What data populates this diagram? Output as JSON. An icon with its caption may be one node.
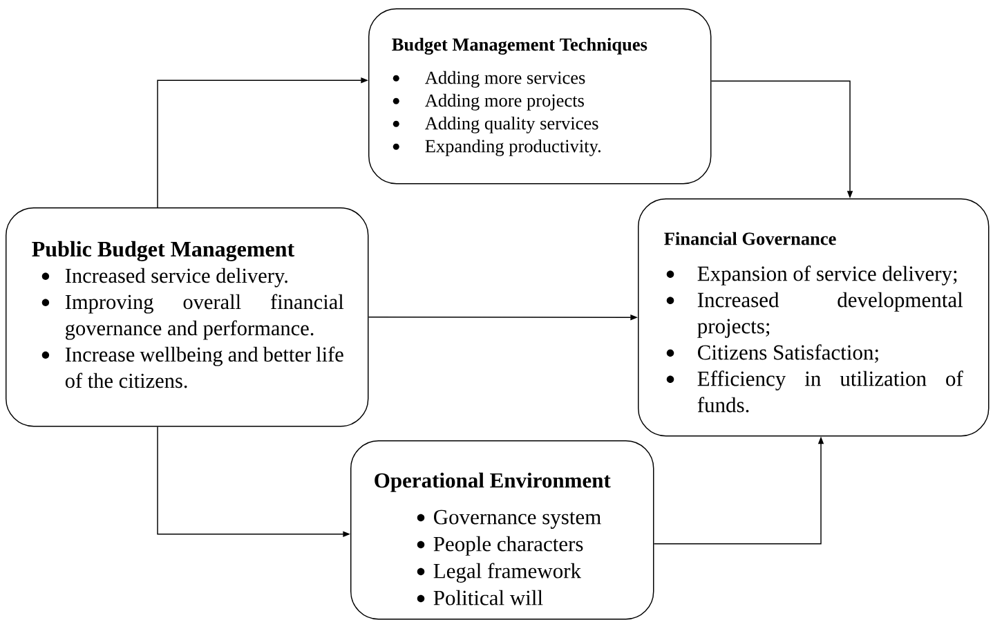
{
  "diagram": {
    "nodes": [
      {
        "text": [
          "Public Budget Management",
          "Increased service delivery.",
          "Improving overall financial governance and performance.",
          "Increase wellbeing and better life of the citizens."
        ]
      },
      {
        "text": [
          "Budget Management Techniques",
          "Adding more services",
          "Adding more projects",
          "Adding quality services",
          "Expanding productivity."
        ]
      },
      {
        "text": [
          "Operational Environment",
          "Governance system",
          "People characters",
          "Legal framework",
          "Political will"
        ]
      },
      {
        "text": [
          "Financial Governance",
          "Expansion of service delivery;",
          "Increased developmental projects;",
          "Citizens Satisfaction;",
          "Efficiency in utilization of funds."
        ]
      }
    ],
    "edges": [
      {
        "from": 0,
        "to": 1,
        "arrow": "to"
      },
      {
        "from": 1,
        "to": 3,
        "arrow": "to"
      },
      {
        "from": 0,
        "to": 3,
        "arrow": "to"
      },
      {
        "from": 0,
        "to": 2,
        "arrow": "to"
      },
      {
        "from": 2,
        "to": 3,
        "arrow": "to"
      }
    ]
  }
}
